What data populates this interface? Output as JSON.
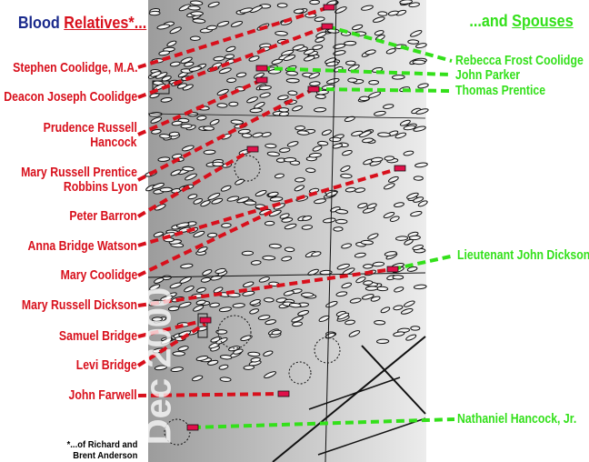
{
  "header": {
    "left_prefix": "Blood",
    "left_title": "Relatives*...",
    "right_prefix": "...and",
    "right_title": "Spouses"
  },
  "relatives": [
    "Stephen Coolidge, M.A.",
    "Deacon Joseph Coolidge",
    "Prudence Russell",
    "Hancock",
    "Mary Russell Prentice",
    "Robbins Lyon",
    "Peter Barron",
    "Anna Bridge Watson",
    "Mary Coolidge",
    "Mary Russell Dickson",
    "Samuel Bridge",
    "Levi Bridge",
    "John Farwell"
  ],
  "spouses": [
    "Rebecca Frost Coolidge",
    "John Parker",
    "Thomas Prentice",
    "Lieutenant John Dickson",
    "Nathaniel Hancock, Jr."
  ],
  "footnote": [
    "*...of Richard and",
    "Brent Anderson"
  ],
  "watermark": "Dec 2000",
  "colors": {
    "relatives": "#d8101c",
    "spouses": "#33e01a",
    "blood": "#1a2a8c"
  }
}
